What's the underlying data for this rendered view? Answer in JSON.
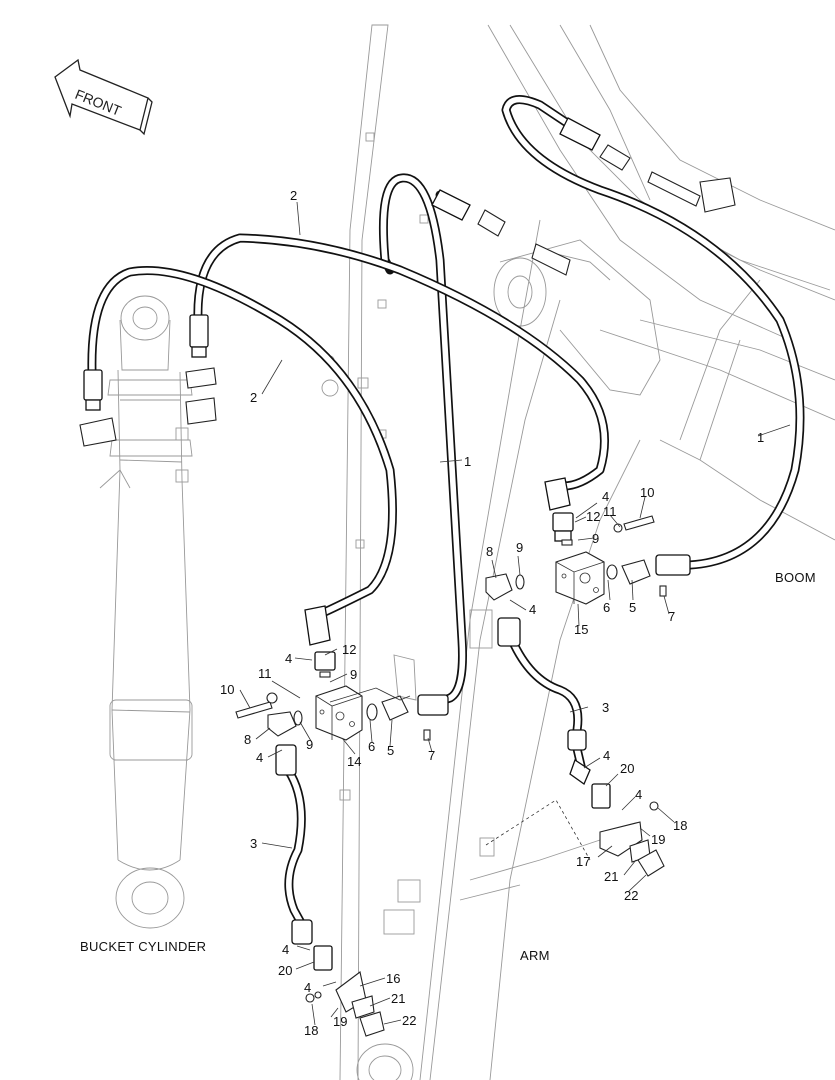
{
  "labels": {
    "front": "FRONT",
    "bucket_cylinder": "BUCKET CYLINDER",
    "arm": "ARM",
    "boom": "BOOM"
  },
  "callouts": {
    "c1a": "1",
    "c1b": "1",
    "c2a": "2",
    "c2b": "2",
    "c3a": "3",
    "c3b": "3",
    "c4a": "4",
    "c4b": "4",
    "c4c": "4",
    "c4d": "4",
    "c4e": "4",
    "c4f": "4",
    "c4g": "4",
    "c4h": "4",
    "c5a": "5",
    "c5b": "5",
    "c6a": "6",
    "c6b": "6",
    "c7a": "7",
    "c7b": "7",
    "c8a": "8",
    "c8b": "8",
    "c9a": "9",
    "c9b": "9",
    "c9c": "9",
    "c9d": "9",
    "c10a": "10",
    "c10b": "10",
    "c11a": "11",
    "c11b": "11",
    "c12a": "12",
    "c12b": "12",
    "c14": "14",
    "c15": "15",
    "c16": "16",
    "c17": "17",
    "c18a": "18",
    "c18b": "18",
    "c19a": "19",
    "c19b": "19",
    "c20a": "20",
    "c20b": "20",
    "c21a": "21",
    "c21b": "21",
    "c22a": "22",
    "c22b": "22"
  },
  "colors": {
    "line": "#333333",
    "ghost": "#999999",
    "hose": "#111111",
    "background": "#ffffff"
  }
}
